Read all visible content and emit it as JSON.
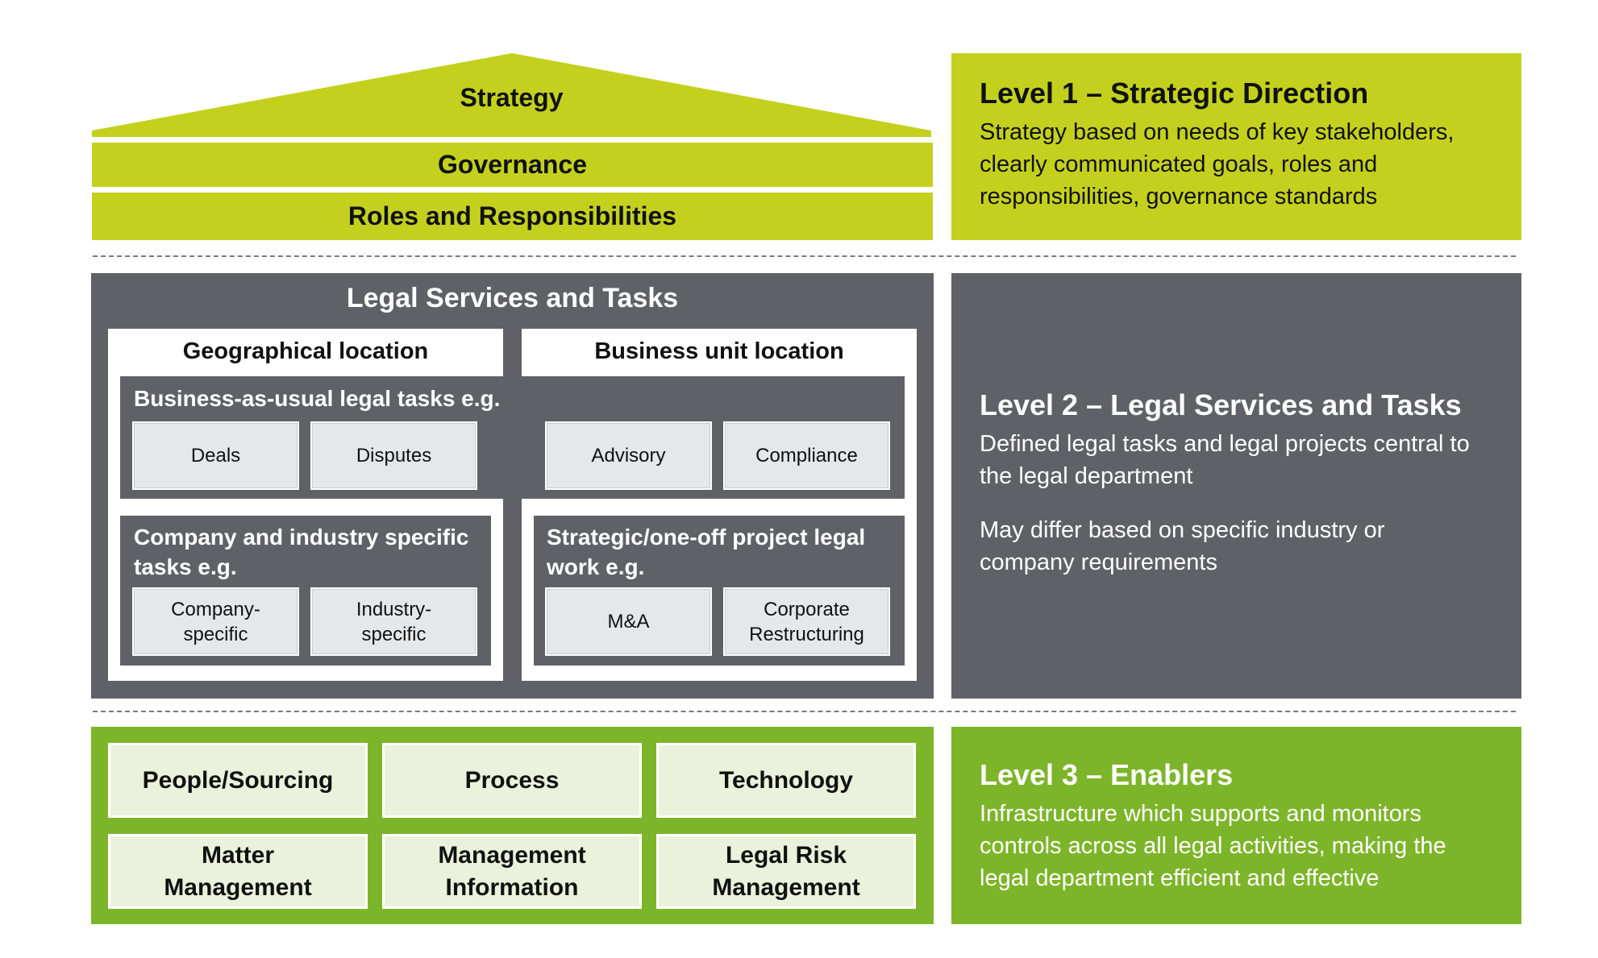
{
  "left": {
    "strategy": "Strategy",
    "governance": "Governance",
    "roles": "Roles and Responsibilities",
    "legal_services_title": "Legal Services and Tasks",
    "geo_header": "Geographical location",
    "bu_header": "Business unit location",
    "bau_title": "Business-as-usual legal tasks e.g.",
    "bau_tiles": [
      "Deals",
      "Disputes",
      "Advisory",
      "Compliance"
    ],
    "company_title": "Company and industry specific tasks e.g.",
    "company_tiles": [
      "Company-\nspecific",
      "Industry-\nspecific"
    ],
    "strategic_title": "Strategic/one-off project legal work e.g.",
    "strategic_tiles": [
      "M&A",
      "Corporate\nRestructuring"
    ],
    "enablers": [
      "People/Sourcing",
      "Process",
      "Technology",
      "Matter\nManagement",
      "Management\nInformation",
      "Legal Risk\nManagement"
    ]
  },
  "levels": {
    "l1_title": "Level 1 – Strategic Direction",
    "l1_text": "Strategy based on needs of key stakeholders, clearly communicated goals, roles and responsibilities, governance standards",
    "l2_title": "Level 2 – Legal Services and Tasks",
    "l2_text1": "Defined legal tasks and legal projects central to the legal department",
    "l2_text2": "May differ based on specific industry or company requirements",
    "l3_title": "Level 3 – Enablers",
    "l3_text": "Infrastructure which supports and monitors controls across all legal activities, making the legal department efficient and effective"
  },
  "colors": {
    "lime": "#c3d11e",
    "grey": "#5f6166",
    "green": "#7db52a"
  }
}
